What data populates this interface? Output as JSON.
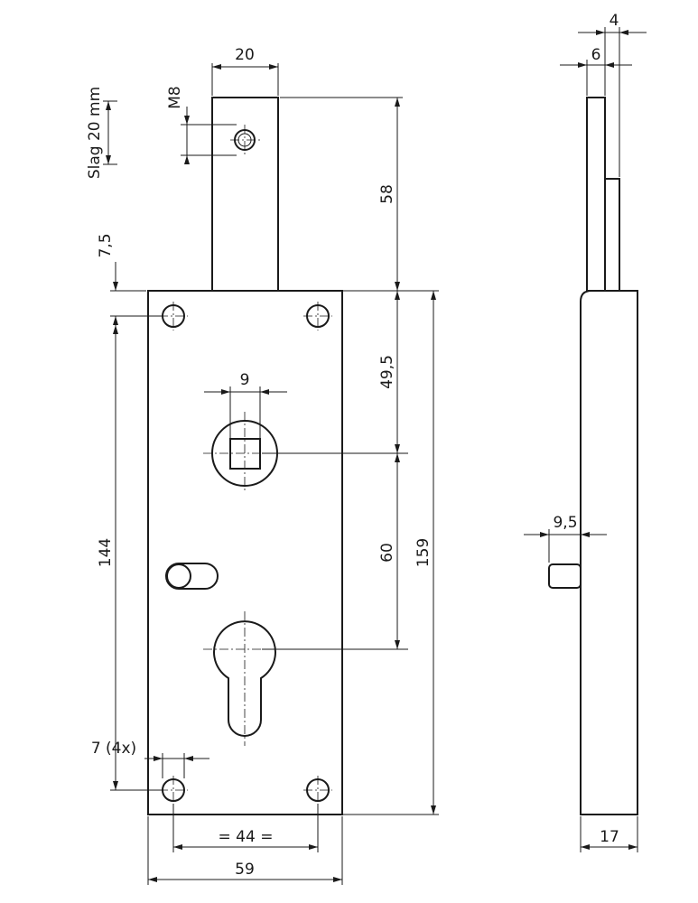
{
  "drawing": {
    "colors": {
      "line": "#1a1a1a",
      "background": "#ffffff"
    },
    "dimensions": {
      "bolt_width": "20",
      "bolt_thread": "M8",
      "stroke": "Slag 20 mm",
      "top_offset": "7,5",
      "bolt_length": "58",
      "follower_offset": "49,5",
      "follower_square": "9",
      "height_144": "144",
      "height_159": "159",
      "follower_to_cylinder": "60",
      "hole_diameter": "7 (4x)",
      "hole_spacing": "= 44 =",
      "width_59": "59",
      "side_thickness_4": "4",
      "side_thickness_6": "6",
      "pin_length": "9,5",
      "case_depth": "17"
    }
  }
}
